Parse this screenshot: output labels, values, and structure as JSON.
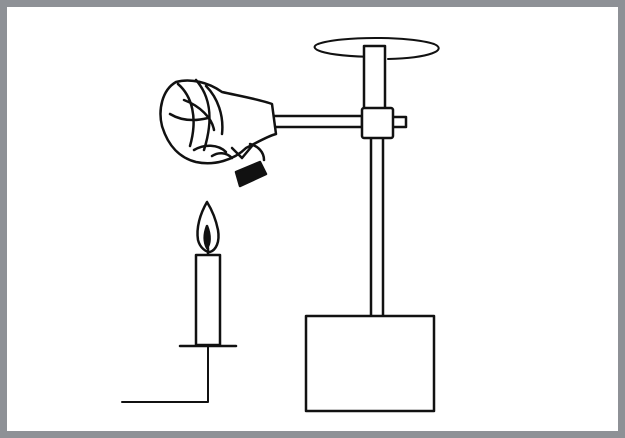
{
  "diagram": {
    "colors": {
      "frame": "#8e9196",
      "ink": "#111111",
      "background": "#ffffff"
    },
    "parts": [
      "rotation-arrow",
      "stand-rod",
      "clamp",
      "horizontal-arm",
      "holder-head",
      "candle-flame",
      "candle",
      "candle-base-line",
      "stand-base-block"
    ]
  }
}
